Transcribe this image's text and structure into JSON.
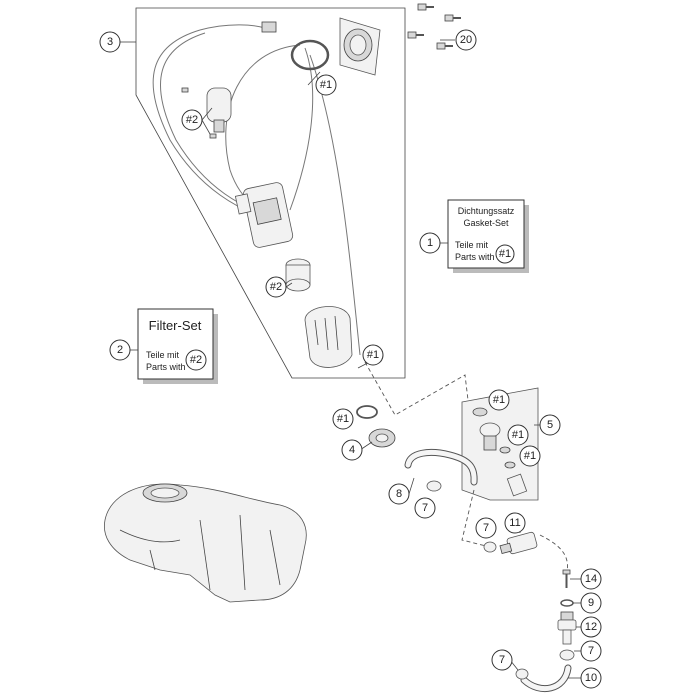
{
  "diagram": {
    "callouts": [
      {
        "id": "c3",
        "label": "3"
      },
      {
        "id": "c20",
        "label": "20"
      },
      {
        "id": "c1",
        "label": "1"
      },
      {
        "id": "c2",
        "label": "2"
      },
      {
        "id": "c5",
        "label": "5"
      },
      {
        "id": "c4",
        "label": "4"
      },
      {
        "id": "c8",
        "label": "8"
      },
      {
        "id": "c7a",
        "label": "7"
      },
      {
        "id": "c7b",
        "label": "7"
      },
      {
        "id": "c11",
        "label": "11"
      },
      {
        "id": "c14",
        "label": "14"
      },
      {
        "id": "c9",
        "label": "9"
      },
      {
        "id": "c12",
        "label": "12"
      },
      {
        "id": "c7c",
        "label": "7"
      },
      {
        "id": "c7d",
        "label": "7"
      },
      {
        "id": "c10",
        "label": "10"
      },
      {
        "id": "h1a",
        "label": "#1"
      },
      {
        "id": "h2a",
        "label": "#2"
      },
      {
        "id": "h2b",
        "label": "#2"
      },
      {
        "id": "h1b",
        "label": "#1"
      },
      {
        "id": "h1c",
        "label": "#1"
      },
      {
        "id": "h1d",
        "label": "#1"
      },
      {
        "id": "h1e",
        "label": "#1"
      },
      {
        "id": "h1f",
        "label": "#1"
      }
    ],
    "kit_boxes": {
      "gasket_set": {
        "title_line1": "Dichtungssatz",
        "title_line2": "Gasket-Set",
        "line1": "Teile mit",
        "line2": "Parts with",
        "ref": "#1"
      },
      "filter_set": {
        "title": "Filter-Set",
        "line1": "Teile mit",
        "line2": "Parts with",
        "ref": "#2"
      }
    }
  }
}
